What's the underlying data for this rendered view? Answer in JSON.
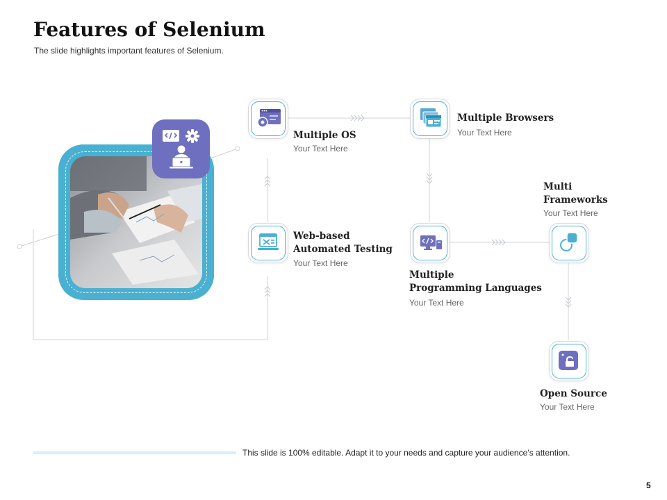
{
  "title": "Features of Selenium",
  "subtitle": "The slide highlights important features of Selenium.",
  "features": [
    {
      "title": "Multiple OS",
      "desc": "Your Text Here",
      "icon": "os-settings-icon"
    },
    {
      "title": "Multiple Browsers",
      "desc": "Your Text Here",
      "icon": "browser-windows-icon"
    },
    {
      "title": "Web-based\nAutomated Testing",
      "desc": "Your Text Here",
      "icon": "automated-testing-icon"
    },
    {
      "title": "Multiple\nProgramming Languages",
      "desc": "Your Text Here",
      "icon": "code-monitor-icon"
    },
    {
      "title": "Multi\nFrameworks",
      "desc": "Your Text Here",
      "icon": "frameworks-icon"
    },
    {
      "title": "Open Source",
      "desc": "Your Text Here",
      "icon": "open-source-icon"
    }
  ],
  "footer": "This slide is 100% editable. Adapt it to your needs and capture your audience’s attention.",
  "page_number": "5",
  "colors": {
    "accent_blue": "#4ab0d2",
    "accent_purple": "#6e6fbf",
    "connector": "#cfd3d8"
  }
}
